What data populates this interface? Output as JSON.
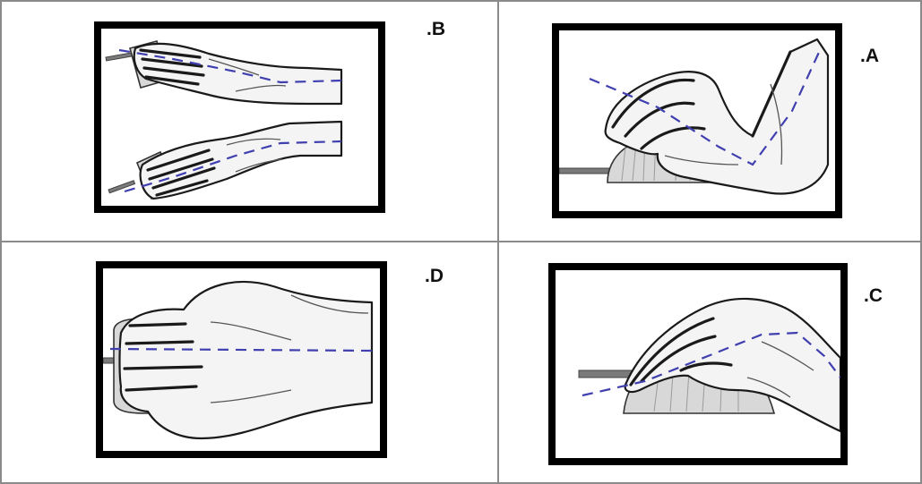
{
  "panels": [
    {
      "id": "B",
      "label": ".B"
    },
    {
      "id": "A",
      "label": ".A"
    },
    {
      "id": "D",
      "label": ".D"
    },
    {
      "id": "C",
      "label": ".C"
    }
  ],
  "colors": {
    "guide_line": "#3f3fb0",
    "frame": "#000000",
    "table_border": "#8a8a8a"
  }
}
